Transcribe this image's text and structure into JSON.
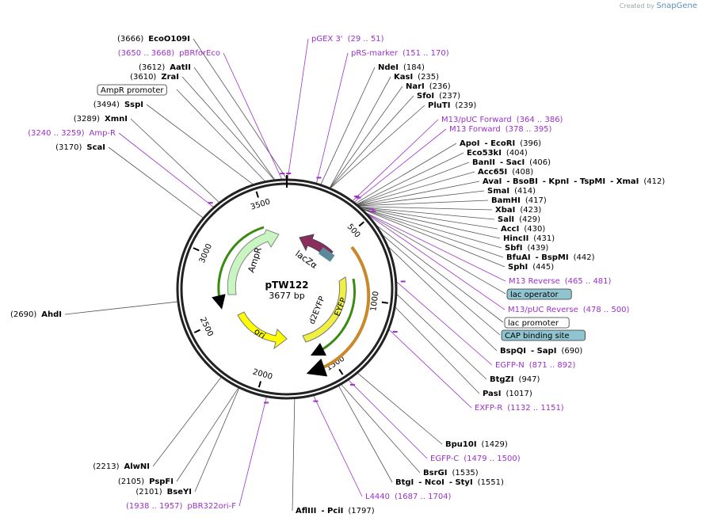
{
  "credit": {
    "prefix": "Created by",
    "brand": "SnapGene"
  },
  "plasmid": {
    "name": "pTW122",
    "length_label": "3677 bp",
    "length": 3677
  },
  "ruler": [
    {
      "bp": 500,
      "label": "500"
    },
    {
      "bp": 1000,
      "label": "1000"
    },
    {
      "bp": 1500,
      "label": "1500"
    },
    {
      "bp": 2000,
      "label": "2000"
    },
    {
      "bp": 2500,
      "label": "2500"
    },
    {
      "bp": 3000,
      "label": "3000"
    },
    {
      "bp": 3500,
      "label": "3500"
    }
  ],
  "features": [
    {
      "name": "lacZα",
      "color": "#8b2e5e"
    },
    {
      "name": "d2EYFP",
      "color": "#d8e83a"
    },
    {
      "name": "EYFP",
      "color": "#f0f040"
    },
    {
      "name": "AmpR",
      "color": "#c8f5c0"
    },
    {
      "name": "ori",
      "color": "#ffff00"
    }
  ],
  "labels": [
    {
      "kind": "enzyme",
      "pos_text": "(3666)",
      "name": "EcoO109I"
    },
    {
      "kind": "primer",
      "name": "pGEX 3'",
      "range": "(29 .. 51)"
    },
    {
      "kind": "primer",
      "range": "(3650 .. 3668)",
      "name": "pBRforEco"
    },
    {
      "kind": "primer",
      "name": "pRS-marker",
      "range": "(151 .. 170)"
    },
    {
      "kind": "enzyme",
      "pos_text": "(3612)",
      "name": "AatII"
    },
    {
      "kind": "enzyme",
      "name": "NdeI",
      "pos_text": "(184)"
    },
    {
      "kind": "enzyme",
      "pos_text": "(3610)",
      "name": "ZraI"
    },
    {
      "kind": "enzyme",
      "name": "KasI",
      "pos_text": "(235)"
    },
    {
      "kind": "promoter",
      "name": "AmpR promoter"
    },
    {
      "kind": "enzyme",
      "name": "NarI",
      "pos_text": "(236)"
    },
    {
      "kind": "enzyme",
      "name": "SfoI",
      "pos_text": "(237)"
    },
    {
      "kind": "enzyme",
      "pos_text": "(3494)",
      "name": "SspI"
    },
    {
      "kind": "enzyme",
      "name": "PluTI",
      "pos_text": "(239)"
    },
    {
      "kind": "primer",
      "name": "M13/pUC Forward",
      "range": "(364 .. 386)"
    },
    {
      "kind": "enzyme",
      "pos_text": "(3289)",
      "name": "XmnI"
    },
    {
      "kind": "primer",
      "name": "M13 Forward",
      "range": "(378 .. 395)"
    },
    {
      "kind": "primer",
      "range": "(3240 .. 3259)",
      "name": "Amp-R"
    },
    {
      "kind": "enzyme",
      "pos_text": "(3170)",
      "name": "ScaI"
    },
    {
      "kind": "enzyme",
      "name": "ApoI",
      "name2": "EcoRI",
      "pos_text": "(396)"
    },
    {
      "kind": "enzyme",
      "name": "Eco53kI",
      "pos_text": "(404)"
    },
    {
      "kind": "enzyme",
      "name": "BanII",
      "name2": "SacI",
      "pos_text": "(406)"
    },
    {
      "kind": "enzyme",
      "name": "Acc65I",
      "pos_text": "(408)"
    },
    {
      "kind": "enzyme",
      "name": "AvaI",
      "name2": "BsoBI",
      "name3": "KpnI",
      "name4": "TspMI",
      "name5": "XmaI",
      "pos_text": "(412)"
    },
    {
      "kind": "enzyme",
      "name": "SmaI",
      "pos_text": "(414)"
    },
    {
      "kind": "enzyme",
      "name": "BamHI",
      "pos_text": "(417)"
    },
    {
      "kind": "enzyme",
      "name": "XbaI",
      "pos_text": "(423)"
    },
    {
      "kind": "enzyme",
      "name": "SalI",
      "pos_text": "(429)"
    },
    {
      "kind": "enzyme",
      "name": "AccI",
      "pos_text": "(430)"
    },
    {
      "kind": "enzyme",
      "name": "HincII",
      "pos_text": "(431)"
    },
    {
      "kind": "enzyme",
      "name": "SbfI",
      "pos_text": "(439)"
    },
    {
      "kind": "enzyme",
      "name": "BfuAI",
      "name2": "BspMI",
      "pos_text": "(442)"
    },
    {
      "kind": "enzyme",
      "name": "SphI",
      "pos_text": "(445)"
    },
    {
      "kind": "primer",
      "name": "M13 Reverse",
      "range": "(465 .. 481)"
    },
    {
      "kind": "protein_bind",
      "name": "lac operator"
    },
    {
      "kind": "primer",
      "name": "M13/pUC Reverse",
      "range": "(478 .. 500)"
    },
    {
      "kind": "enzyme",
      "pos_text": "(2690)",
      "name": "AhdI"
    },
    {
      "kind": "promoter",
      "name": "lac promoter"
    },
    {
      "kind": "protein_bind",
      "name": "CAP binding site"
    },
    {
      "kind": "enzyme",
      "name": "BspQI",
      "name2": "SapI",
      "pos_text": "(690)"
    },
    {
      "kind": "primer",
      "name": "EGFP-N",
      "range": "(871 .. 892)"
    },
    {
      "kind": "enzyme",
      "name": "BtgZI",
      "pos_text": "(947)"
    },
    {
      "kind": "enzyme",
      "name": "PasI",
      "pos_text": "(1017)"
    },
    {
      "kind": "primer",
      "name": "EXFP-R",
      "range": "(1132 .. 1151)"
    },
    {
      "kind": "enzyme",
      "name": "Bpu10I",
      "pos_text": "(1429)"
    },
    {
      "kind": "primer",
      "name": "EGFP-C",
      "range": "(1479 .. 1500)"
    },
    {
      "kind": "enzyme",
      "name": "BsrGI",
      "pos_text": "(1535)"
    },
    {
      "kind": "enzyme",
      "name": "BtgI",
      "name2": "NcoI",
      "name3": "StyI",
      "pos_text": "(1551)"
    },
    {
      "kind": "enzyme",
      "pos_text": "(2213)",
      "name": "AlwNI"
    },
    {
      "kind": "enzyme",
      "pos_text": "(2105)",
      "name": "PspFI"
    },
    {
      "kind": "enzyme",
      "pos_text": "(2101)",
      "name": "BseYI"
    },
    {
      "kind": "primer",
      "range": "(1938 .. 1957)",
      "name": "pBR322ori-F"
    },
    {
      "kind": "primer",
      "name": "L4440",
      "range": "(1687 .. 1704)"
    },
    {
      "kind": "enzyme",
      "name": "AflIII",
      "name2": "PciI",
      "pos_text": "(1797)"
    }
  ]
}
